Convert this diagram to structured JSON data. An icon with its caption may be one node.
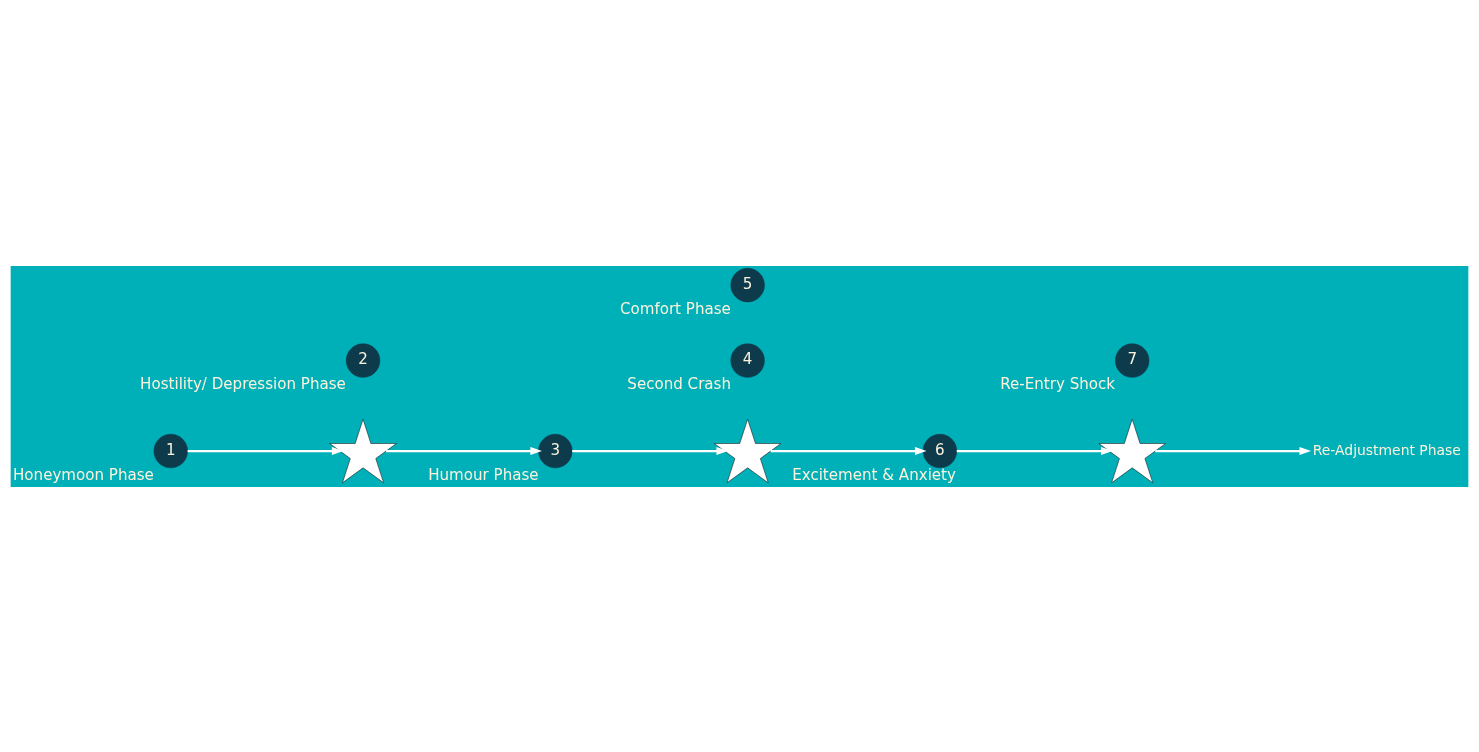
{
  "diagram": {
    "nodes": [
      {
        "text": [
          "1"
        ],
        "beside": [
          "Honeymoon Phase"
        ]
      },
      {
        "text": [],
        "shape": "star"
      },
      {
        "text": [
          "2"
        ],
        "beside": [
          "Hostility/ Depression Phase"
        ]
      },
      {
        "text": [
          "3"
        ],
        "beside": [
          "Humour Phase"
        ]
      },
      {
        "text": [],
        "shape": "star"
      },
      {
        "text": [
          "4"
        ],
        "beside": [
          "Second Crash"
        ]
      },
      {
        "text": [
          "5"
        ],
        "beside": [
          "Comfort Phase"
        ]
      },
      {
        "text": [
          "6"
        ],
        "beside": [
          "Excitement & Anxiety"
        ]
      },
      {
        "text": [],
        "shape": "star"
      },
      {
        "text": [
          "7"
        ],
        "beside": [
          "Re-Entry Shock"
        ]
      },
      {
        "text": [
          "Re-Adjustment Phase"
        ]
      }
    ],
    "edges": [
      {
        "from": 0,
        "to": 1,
        "arrow": "to"
      },
      {
        "from": 1,
        "to": 3,
        "arrow": "to"
      },
      {
        "from": 3,
        "to": 4,
        "arrow": "to"
      },
      {
        "from": 4,
        "to": 7,
        "arrow": "to"
      },
      {
        "from": 7,
        "to": 8,
        "arrow": "to"
      },
      {
        "from": 8,
        "to": 10,
        "arrow": "to"
      }
    ]
  }
}
